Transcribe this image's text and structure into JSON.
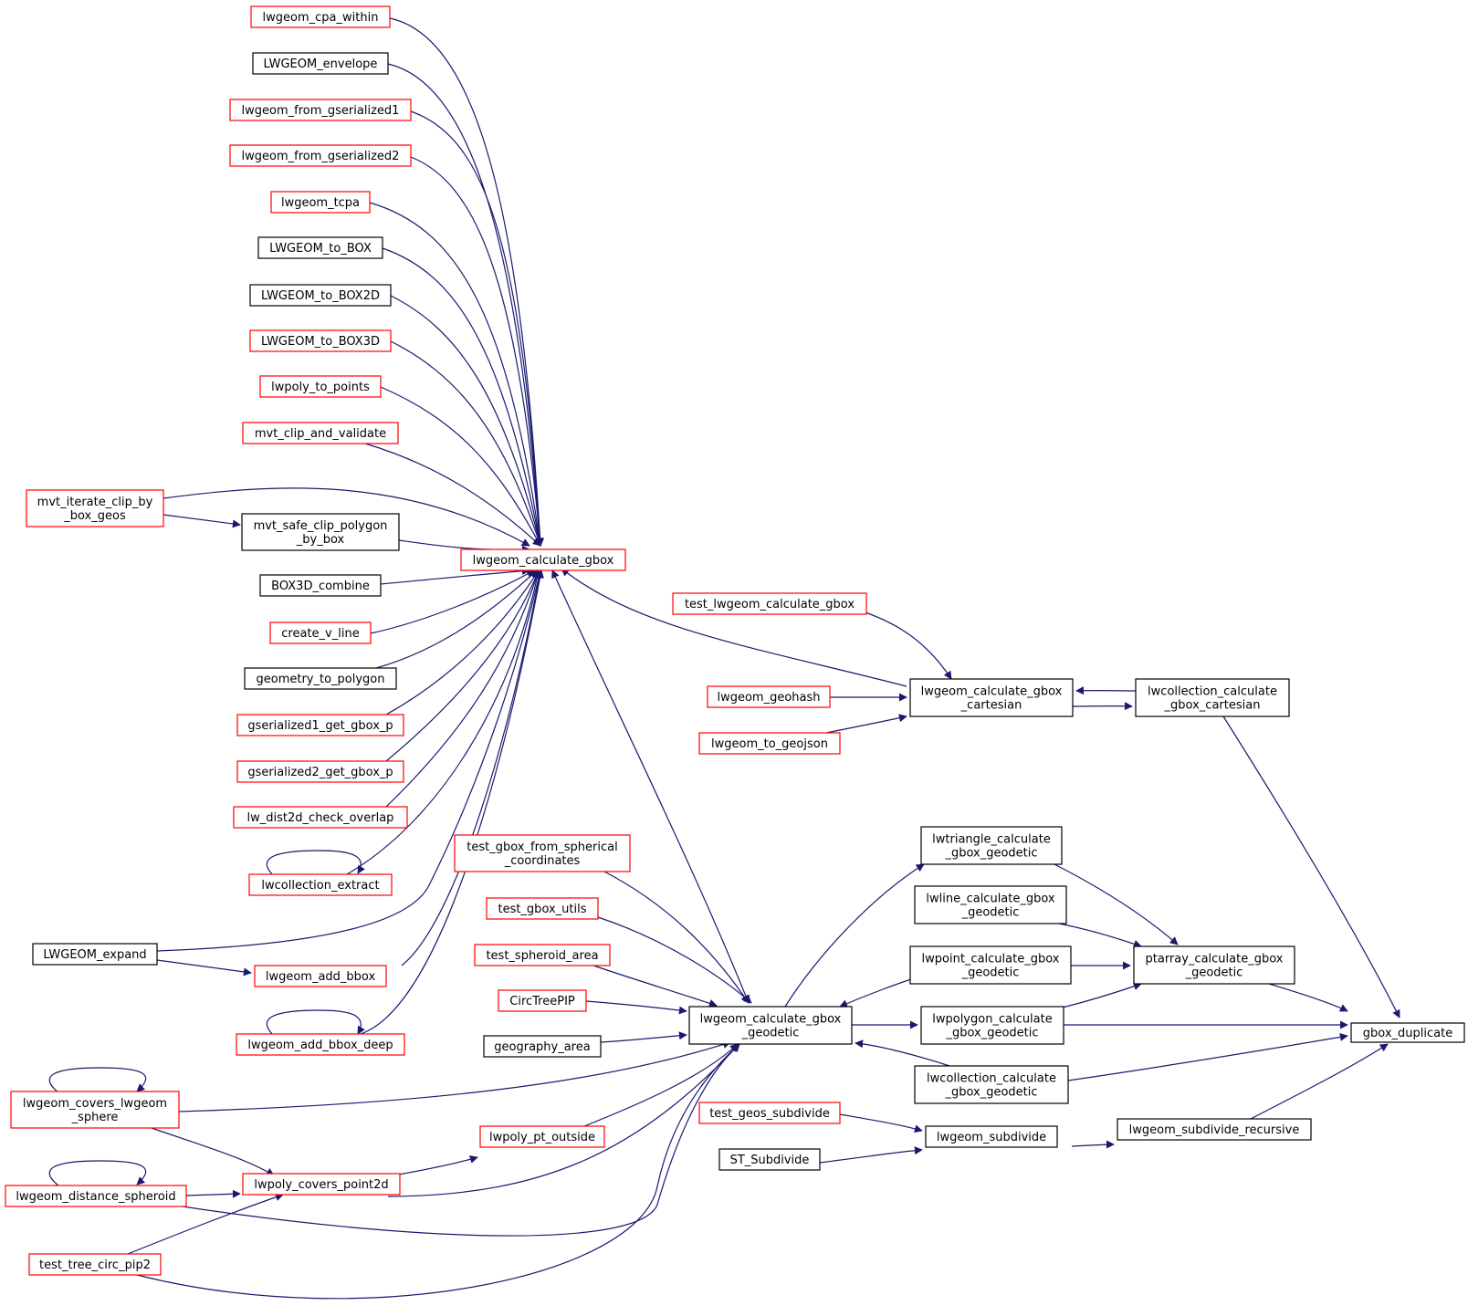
{
  "colors": {
    "edge": "#191970",
    "border_red": "#ff0000",
    "border_black": "#000000",
    "focus_fill": "#bfbfbf"
  },
  "nodes": {
    "gbox_duplicate": {
      "lines": [
        "gbox_duplicate"
      ],
      "border": "black",
      "focus": true
    },
    "lwcoll_cart": {
      "lines": [
        "lwcollection_calculate",
        "_gbox_cartesian"
      ],
      "border": "black"
    },
    "lwgeom_gbox_cart": {
      "lines": [
        "lwgeom_calculate_gbox",
        "_cartesian"
      ],
      "border": "black"
    },
    "lwgeom_calculate_gbox": {
      "lines": [
        "lwgeom_calculate_gbox"
      ],
      "border": "red"
    },
    "ptarray_geod": {
      "lines": [
        "ptarray_calculate_gbox",
        "_geodetic"
      ],
      "border": "black"
    },
    "lwgeom_geod": {
      "lines": [
        "lwgeom_calculate_gbox",
        "_geodetic"
      ],
      "border": "black"
    },
    "lwtriangle_geod": {
      "lines": [
        "lwtriangle_calculate",
        "_gbox_geodetic"
      ],
      "border": "black"
    },
    "lwline_geod": {
      "lines": [
        "lwline_calculate_gbox",
        "_geodetic"
      ],
      "border": "black"
    },
    "lwpoint_geod": {
      "lines": [
        "lwpoint_calculate_gbox",
        "_geodetic"
      ],
      "border": "black"
    },
    "lwpolygon_geod": {
      "lines": [
        "lwpolygon_calculate",
        "_gbox_geodetic"
      ],
      "border": "black"
    },
    "lwcoll_geod": {
      "lines": [
        "lwcollection_calculate",
        "_gbox_geodetic"
      ],
      "border": "black"
    },
    "lwgeom_subdivide_recursive": {
      "lines": [
        "lwgeom_subdivide_recursive"
      ],
      "border": "black"
    },
    "lwgeom_subdivide": {
      "lines": [
        "lwgeom_subdivide"
      ],
      "border": "black"
    },
    "test_geos_subdivide": {
      "lines": [
        "test_geos_subdivide"
      ],
      "border": "red"
    },
    "ST_Subdivide": {
      "lines": [
        "ST_Subdivide"
      ],
      "border": "black"
    },
    "test_lwgeom_calculate_gbox": {
      "lines": [
        "test_lwgeom_calculate_gbox"
      ],
      "border": "red"
    },
    "lwgeom_geohash": {
      "lines": [
        "lwgeom_geohash"
      ],
      "border": "red"
    },
    "lwgeom_to_geojson": {
      "lines": [
        "lwgeom_to_geojson"
      ],
      "border": "red"
    },
    "lwgeom_cpa_within": {
      "lines": [
        "lwgeom_cpa_within"
      ],
      "border": "red"
    },
    "LWGEOM_envelope": {
      "lines": [
        "LWGEOM_envelope"
      ],
      "border": "black"
    },
    "lwgeom_from_gserialized1": {
      "lines": [
        "lwgeom_from_gserialized1"
      ],
      "border": "red"
    },
    "lwgeom_from_gserialized2": {
      "lines": [
        "lwgeom_from_gserialized2"
      ],
      "border": "red"
    },
    "lwgeom_tcpa": {
      "lines": [
        "lwgeom_tcpa"
      ],
      "border": "red"
    },
    "LWGEOM_to_BOX": {
      "lines": [
        "LWGEOM_to_BOX"
      ],
      "border": "black"
    },
    "LWGEOM_to_BOX2D": {
      "lines": [
        "LWGEOM_to_BOX2D"
      ],
      "border": "black"
    },
    "LWGEOM_to_BOX3D": {
      "lines": [
        "LWGEOM_to_BOX3D"
      ],
      "border": "red"
    },
    "lwpoly_to_points": {
      "lines": [
        "lwpoly_to_points"
      ],
      "border": "red"
    },
    "mvt_clip_and_validate": {
      "lines": [
        "mvt_clip_and_validate"
      ],
      "border": "red"
    },
    "mvt_iterate_clip_by_box_geos": {
      "lines": [
        "mvt_iterate_clip_by",
        "_box_geos"
      ],
      "border": "red"
    },
    "mvt_safe_clip_polygon_by_box": {
      "lines": [
        "mvt_safe_clip_polygon",
        "_by_box"
      ],
      "border": "black"
    },
    "BOX3D_combine": {
      "lines": [
        "BOX3D_combine"
      ],
      "border": "black"
    },
    "create_v_line": {
      "lines": [
        "create_v_line"
      ],
      "border": "red"
    },
    "geometry_to_polygon": {
      "lines": [
        "geometry_to_polygon"
      ],
      "border": "black"
    },
    "gserialized1_get_gbox_p": {
      "lines": [
        "gserialized1_get_gbox_p"
      ],
      "border": "red"
    },
    "gserialized2_get_gbox_p": {
      "lines": [
        "gserialized2_get_gbox_p"
      ],
      "border": "red"
    },
    "lw_dist2d_check_overlap": {
      "lines": [
        "lw_dist2d_check_overlap"
      ],
      "border": "red"
    },
    "lwcollection_extract": {
      "lines": [
        "lwcollection_extract"
      ],
      "border": "red"
    },
    "LWGEOM_expand": {
      "lines": [
        "LWGEOM_expand"
      ],
      "border": "black"
    },
    "lwgeom_add_bbox": {
      "lines": [
        "lwgeom_add_bbox"
      ],
      "border": "red"
    },
    "lwgeom_add_bbox_deep": {
      "lines": [
        "lwgeom_add_bbox_deep"
      ],
      "border": "red"
    },
    "test_gbox_from_spherical": {
      "lines": [
        "test_gbox_from_spherical",
        "_coordinates"
      ],
      "border": "red"
    },
    "test_gbox_utils": {
      "lines": [
        "test_gbox_utils"
      ],
      "border": "red"
    },
    "test_spheroid_area": {
      "lines": [
        "test_spheroid_area"
      ],
      "border": "red"
    },
    "CircTreePIP": {
      "lines": [
        "CircTreePIP"
      ],
      "border": "red"
    },
    "geography_area": {
      "lines": [
        "geography_area"
      ],
      "border": "black"
    },
    "lwgeom_covers_lwgeom_sphere": {
      "lines": [
        "lwgeom_covers_lwgeom",
        "_sphere"
      ],
      "border": "red"
    },
    "lwpoly_pt_outside": {
      "lines": [
        "lwpoly_pt_outside"
      ],
      "border": "red"
    },
    "lwpoly_covers_point2d": {
      "lines": [
        "lwpoly_covers_point2d"
      ],
      "border": "red"
    },
    "lwgeom_distance_spheroid": {
      "lines": [
        "lwgeom_distance_spheroid"
      ],
      "border": "red"
    },
    "test_tree_circ_pip2": {
      "lines": [
        "test_tree_circ_pip2"
      ],
      "border": "red"
    }
  }
}
